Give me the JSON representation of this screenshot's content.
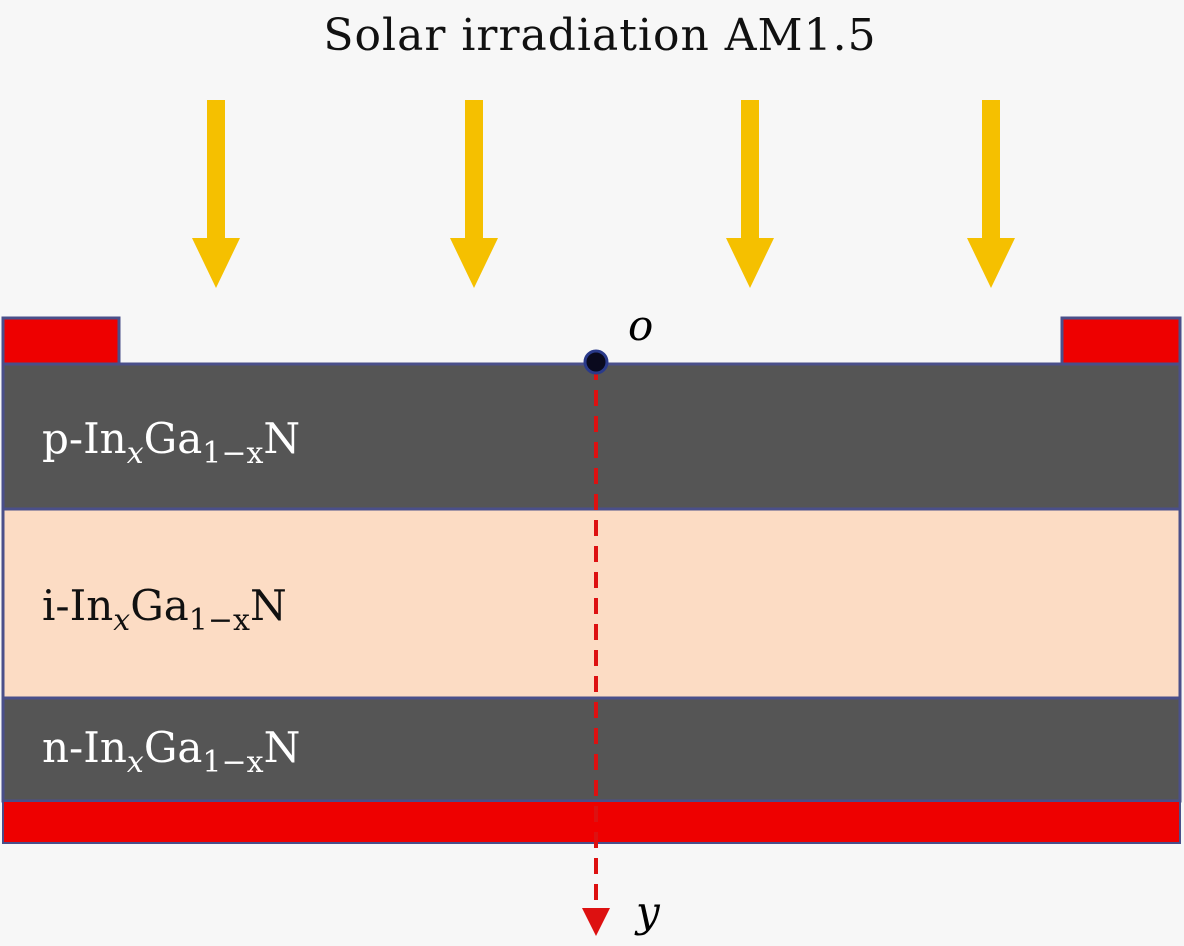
{
  "title": "Solar irradiation AM1.5",
  "origin_label": "o",
  "axis_label": "y",
  "layers": [
    {
      "prefix": "p-In",
      "sub1": "x",
      "mid": "Ga",
      "sub2": "1−x",
      "suffix": "N"
    },
    {
      "prefix": "i-In",
      "sub1": "x",
      "mid": "Ga",
      "sub2": "1−x",
      "suffix": "N"
    },
    {
      "prefix": "n-In",
      "sub1": "x",
      "mid": "Ga",
      "sub2": "1−x",
      "suffix": "N"
    }
  ],
  "colors": {
    "arrow": "#f5c000",
    "contact": "#ee0000",
    "doped_layer": "#555555",
    "intrinsic_layer": "#fcdcc4",
    "border": "#4a4f8a",
    "axis": "#dd1111",
    "label_light": "#ffffff",
    "label_dark": "#111111"
  },
  "icons": {
    "sun_arrow": "down-arrow-icon",
    "origin": "dot-icon"
  }
}
